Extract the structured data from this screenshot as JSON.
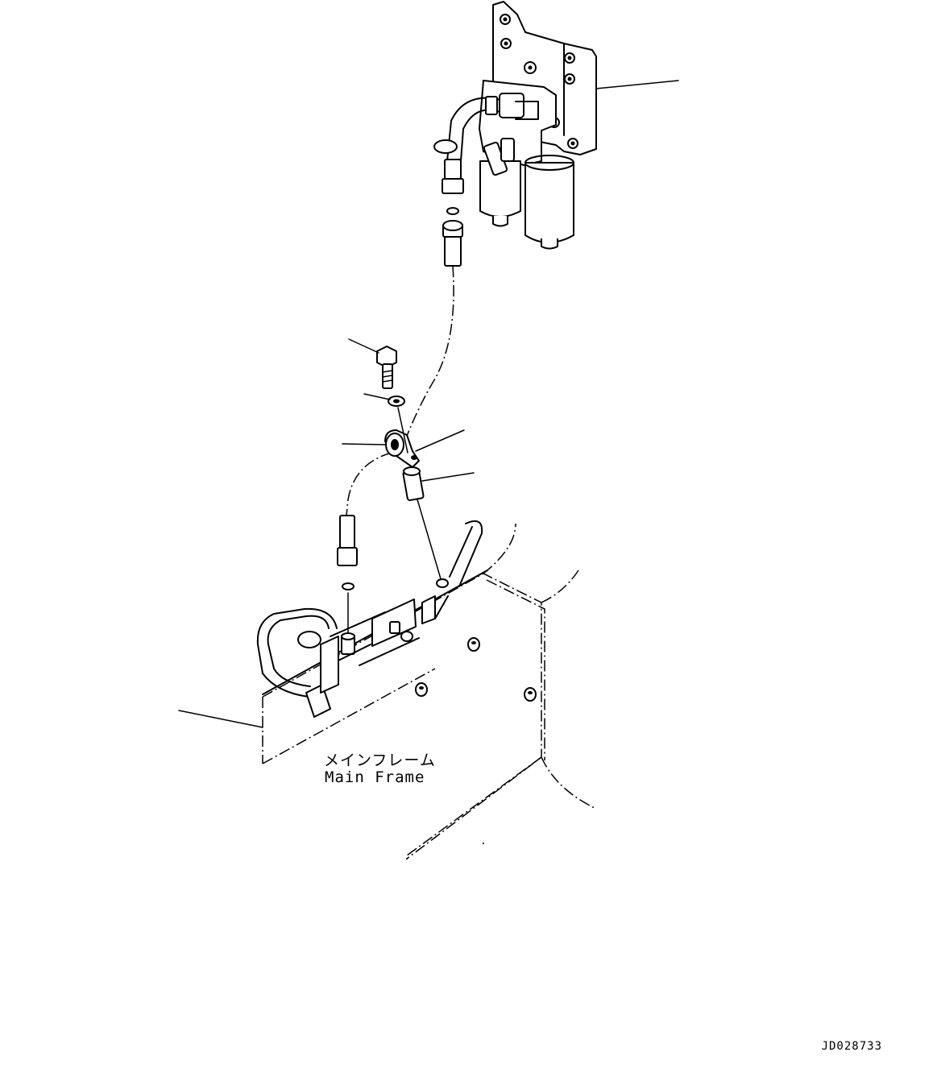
{
  "frame_label": {
    "japanese": "メインフレーム",
    "english": "Main Frame"
  },
  "drawing_id": "JD028733"
}
